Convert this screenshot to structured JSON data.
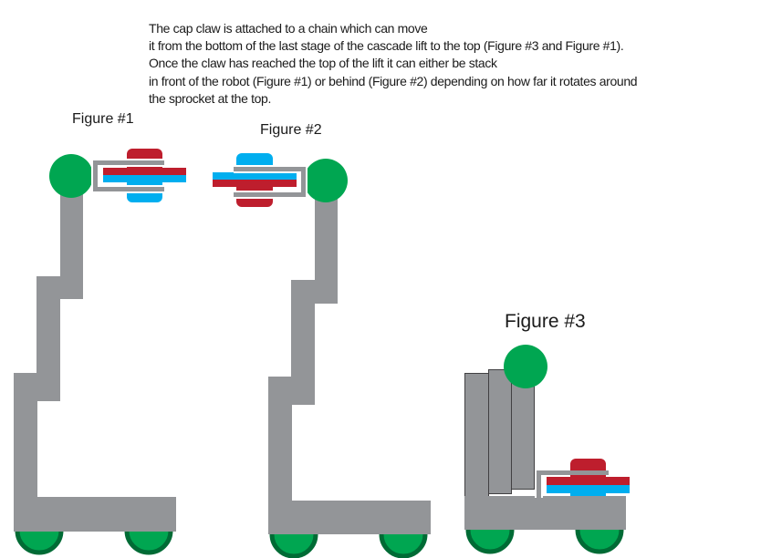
{
  "description": {
    "lines": [
      "The cap claw is attached to a chain which can move",
      "it from the bottom of the last stage of the cascade lift to the top (Figure #3 and Figure #1).",
      "Once the claw has reached the top of the lift it can either be stack",
      "in front of the robot  (Figure #1) or behind (Figure #2) depending on how far it rotates around",
      "the sprocket at the top."
    ]
  },
  "figures": [
    {
      "label": "Figure #1",
      "claw_position": "top-front",
      "cap_upper_color": "red",
      "cap_lower_color": "blue"
    },
    {
      "label": "Figure #2",
      "claw_position": "top-behind",
      "cap_upper_color": "blue",
      "cap_lower_color": "red"
    },
    {
      "label": "Figure #3",
      "claw_position": "bottom",
      "cap_upper_color": "red",
      "cap_lower_color": "blue"
    }
  ],
  "colors": {
    "frame_gray": "#939598",
    "sprocket_green": "#00a651",
    "wheel_green": "#00a651",
    "wheel_rim": "#006b35",
    "cap_red": "#be1e2d",
    "cap_blue": "#00aeef",
    "outline_dark": "#414042"
  }
}
